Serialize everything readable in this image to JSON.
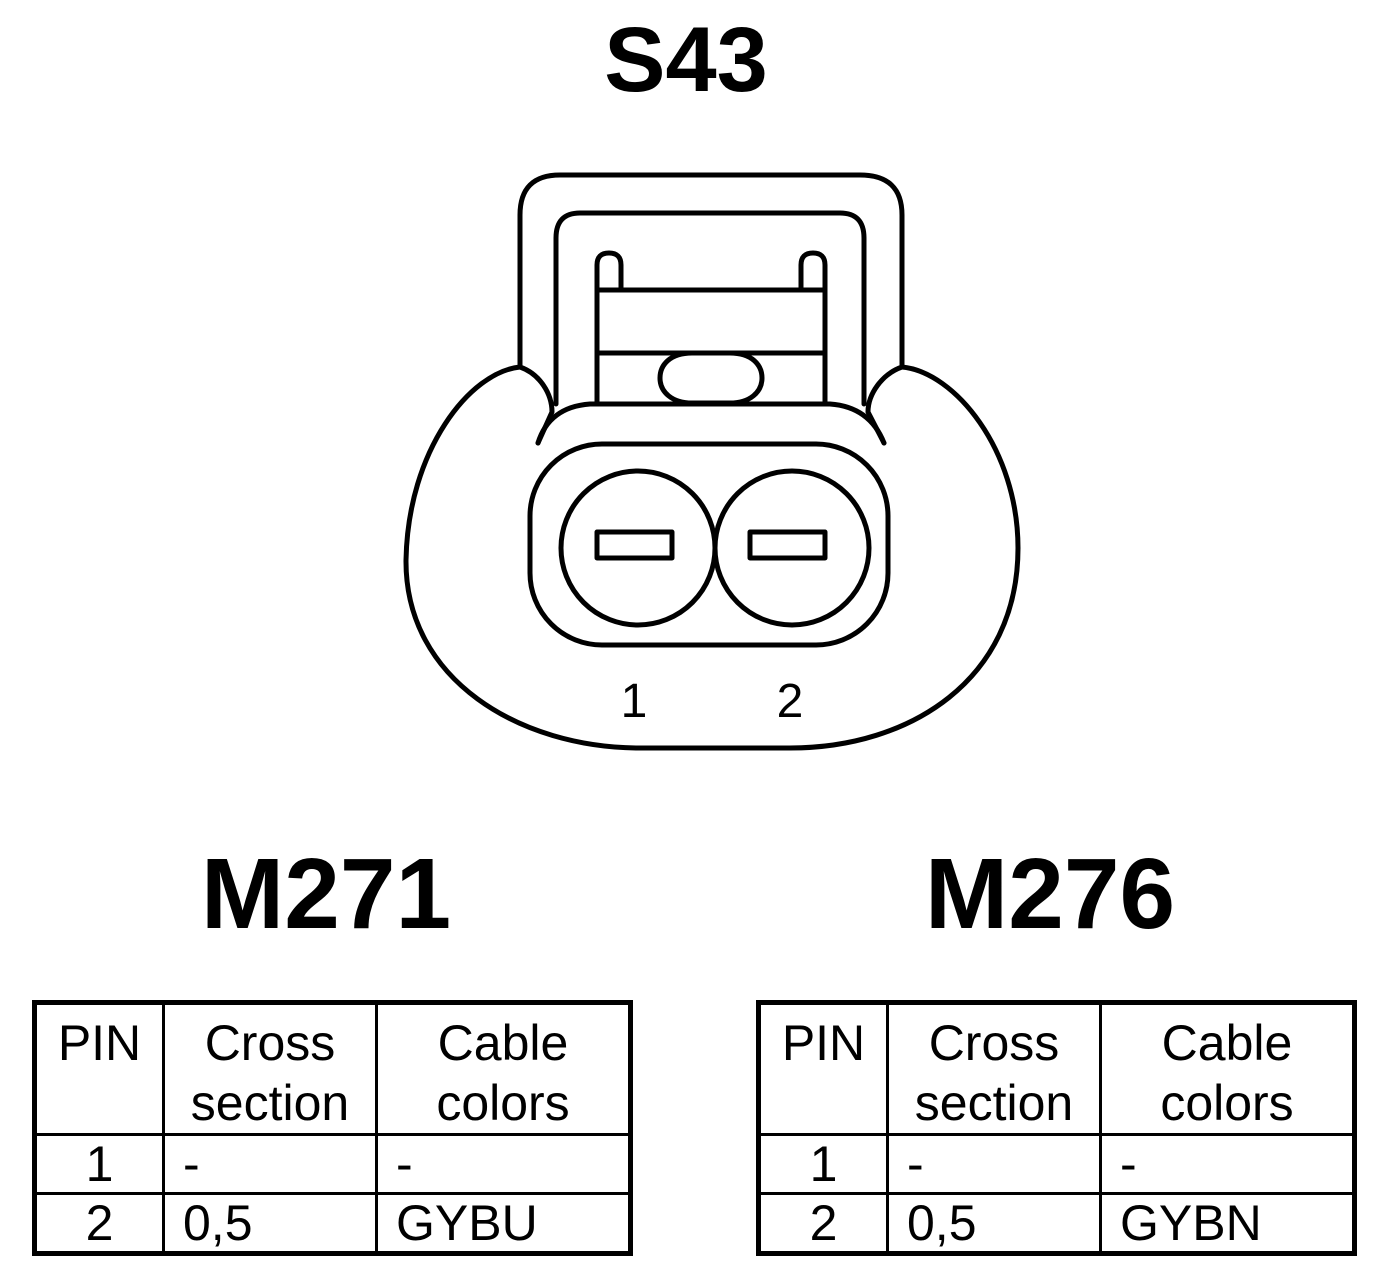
{
  "connector": {
    "title": "S43",
    "pin_labels": [
      "1",
      "2"
    ]
  },
  "tables": [
    {
      "title": "M271",
      "headers": {
        "pin": "PIN",
        "cross_1": "Cross",
        "cross_2": "section",
        "color_1": "Cable",
        "color_2": "colors"
      },
      "rows": [
        {
          "pin": "1",
          "cross_section": "-",
          "cable_color": "-"
        },
        {
          "pin": "2",
          "cross_section": "0,5",
          "cable_color": "GYBU"
        }
      ]
    },
    {
      "title": "M276",
      "headers": {
        "pin": "PIN",
        "cross_1": "Cross",
        "cross_2": "section",
        "color_1": "Cable",
        "color_2": "colors"
      },
      "rows": [
        {
          "pin": "1",
          "cross_section": "-",
          "cable_color": "-"
        },
        {
          "pin": "2",
          "cross_section": "0,5",
          "cable_color": "GYBN"
        }
      ]
    }
  ]
}
